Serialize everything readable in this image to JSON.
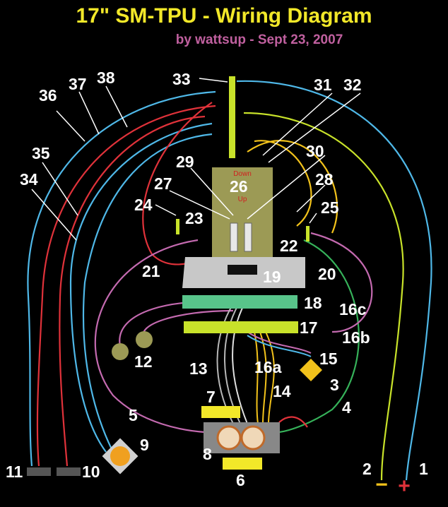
{
  "title": "17\" SM-TPU - Wiring Diagram",
  "subtitle": "by wattsup - Sept 23, 2007",
  "switch_labels": {
    "down": "Down",
    "up": "Up"
  },
  "labels": {
    "l1": "1",
    "l2": "2",
    "l3": "3",
    "l4": "4",
    "l5": "5",
    "l6": "6",
    "l7": "7",
    "l8": "8",
    "l9": "9",
    "l10": "10",
    "l11": "11",
    "l12": "12",
    "l13": "13",
    "l14": "14",
    "l15": "15",
    "l16a": "16a",
    "l16b": "16b",
    "l16c": "16c",
    "l17": "17",
    "l18": "18",
    "l19": "19",
    "l20": "20",
    "l21": "21",
    "l22": "22",
    "l23": "23",
    "l24": "24",
    "l25": "25",
    "l26": "26",
    "l27": "27",
    "l28": "28",
    "l29": "29",
    "l30": "30",
    "l31": "31",
    "l32": "32",
    "l33": "33",
    "l34": "34",
    "l35": "35",
    "l36": "36",
    "l37": "37",
    "l38": "38"
  },
  "polarity": {
    "minus": "−",
    "plus": "+"
  },
  "colors": {
    "blue": "#4fb8e8",
    "red": "#e0323a",
    "yellow": "#f2c21b",
    "lime": "#c8e22a",
    "green": "#36b25a",
    "pink": "#c46ab0",
    "grey": "#b8b8b8",
    "tan": "#9c9a55",
    "board": "#58c48a",
    "title": "#f2e829",
    "subtitle": "#c0609f"
  }
}
